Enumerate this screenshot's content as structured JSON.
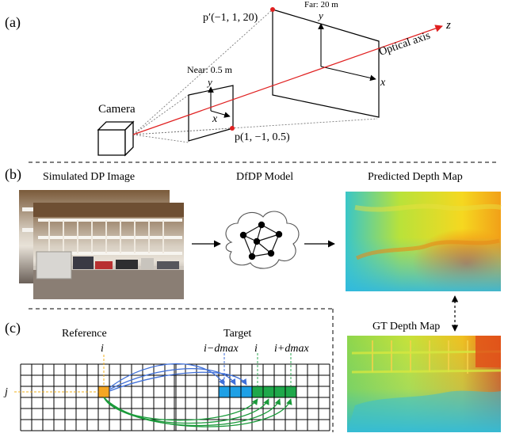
{
  "panel_a": {
    "label": "(a)",
    "camera_label": "Camera",
    "near_label": "Near: 0.5 m",
    "far_label": "Far: 20 m",
    "point_near": "p(1, −1, 0.5)",
    "point_far": "p′(−1, 1, 20)",
    "axis_z": "z",
    "optical_axis": "Optical axis",
    "axis_x": "x",
    "axis_y": "y"
  },
  "panel_b": {
    "label": "(b)",
    "input_title": "Simulated DP Image",
    "model_title": "DfDP Model",
    "output_title": "Predicted Depth Map",
    "gt_title": "GT Depth Map"
  },
  "panel_c": {
    "label": "(c)",
    "reference_title": "Reference",
    "target_title": "Target",
    "row_label": "j",
    "col_label": "i",
    "left_label": "i−dmax",
    "mid_label": "i",
    "right_label": "i+dmax"
  },
  "colors": {
    "optical_axis": "#e02020",
    "point": "#e02020",
    "reference_cell": "#f5a623",
    "disparity_blue": "#1ea0e6",
    "disparity_green": "#1fa84a",
    "arrow_blue": "#3f6fd8",
    "arrow_green": "#1a9a3a",
    "guide_yellow": "#f2b01e",
    "guide_green": "#2faa55"
  }
}
